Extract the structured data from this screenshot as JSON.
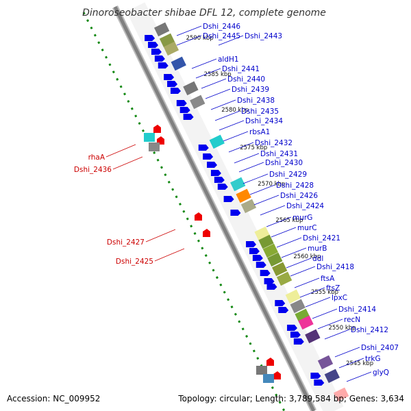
{
  "title": "Dinoroseobacter shibae DFL 12, complete genome",
  "footer": {
    "accession": "Accession: NC_009952",
    "topology": "Topology: circular; Length: 3,789,584 bp; Genes: 3,634"
  },
  "colors": {
    "forward_label": "#0000cc",
    "reverse_label": "#cc0000",
    "forward_gene": "#0000ee",
    "reverse_gene": "#ee0000",
    "backbone": "#808080",
    "dotted_ring": "#118811"
  },
  "ticks": [
    "2590 kbp",
    "2585 kbp",
    "2580 kbp",
    "2575 kbp",
    "2570 kbp",
    "2565 kbp",
    "2560 kbp",
    "2555 kbp",
    "2550 kbp",
    "2545 kbp"
  ],
  "forward_labels": [
    "Dshi_2446",
    "Dshi_2445",
    "Dshi_2443",
    "aldH1",
    "Dshi_2441",
    "Dshi_2440",
    "Dshi_2439",
    "Dshi_2438",
    "Dshi_2435",
    "Dshi_2434",
    "rbsA1",
    "Dshi_2432",
    "Dshi_2431",
    "Dshi_2430",
    "Dshi_2429",
    "Dshi_2428",
    "Dshi_2426",
    "Dshi_2424",
    "murG",
    "murC",
    "Dshi_2421",
    "murB",
    "ddl",
    "Dshi_2418",
    "ftsA",
    "ftsZ",
    "lpxC",
    "Dshi_2414",
    "recN",
    "Dshi_2412",
    "Dshi_2407",
    "trkG",
    "glyQ"
  ],
  "reverse_labels": [
    "rhaA",
    "Dshi_2436",
    "Dshi_2427",
    "Dshi_2425"
  ]
}
